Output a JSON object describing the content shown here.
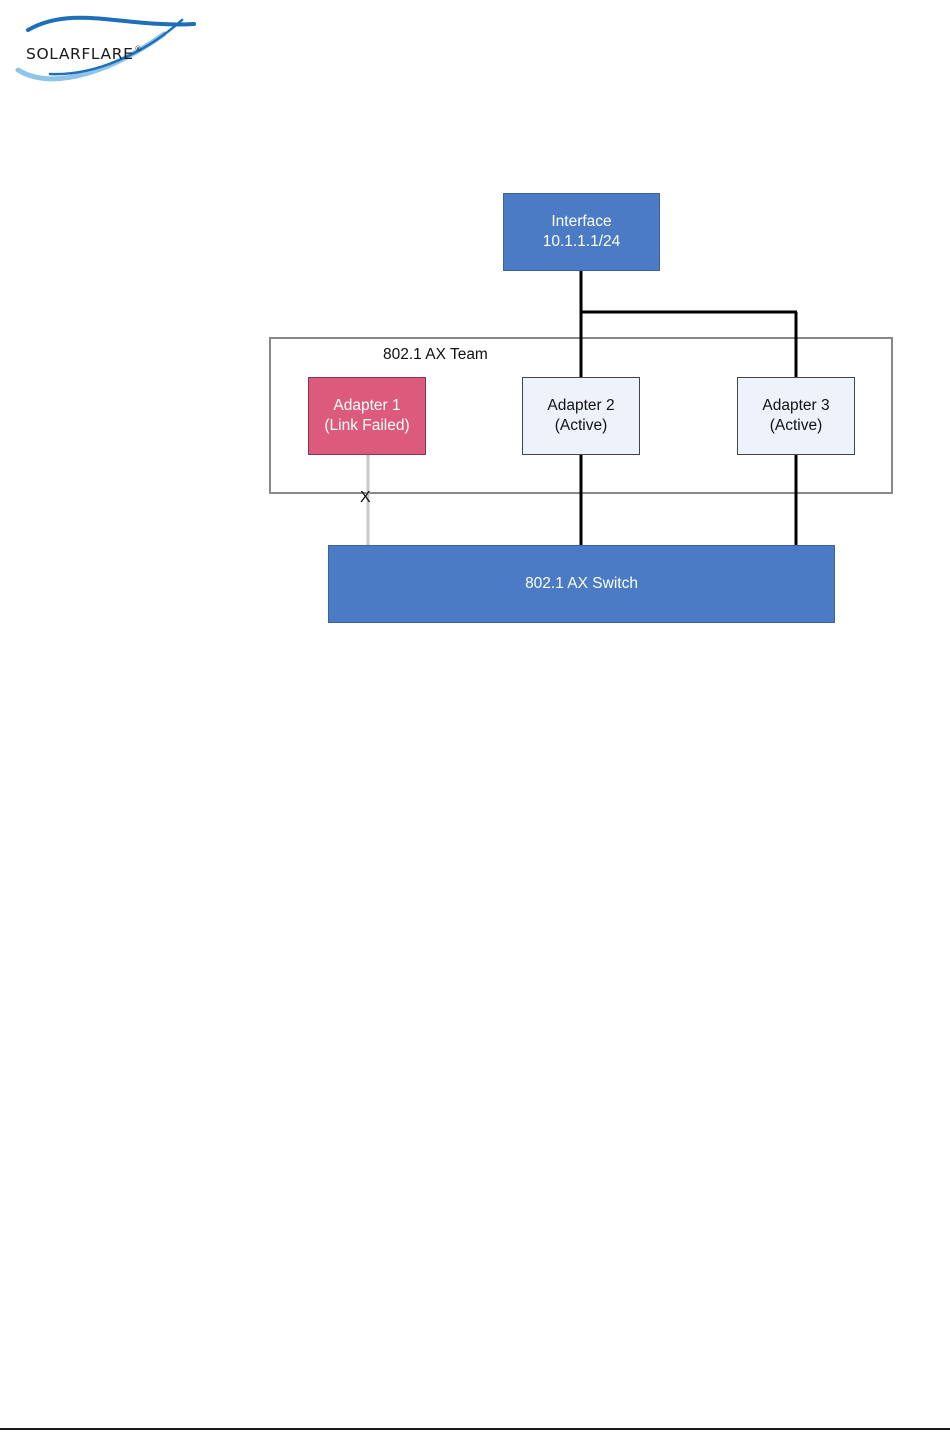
{
  "logo": {
    "text": "SOLARFLARE",
    "registered_mark": "®",
    "colors": {
      "swoosh_light": "#8fc4ea",
      "swoosh_dark": "#1c6fb8",
      "text": "#1a1a1a"
    }
  },
  "diagram": {
    "interface": {
      "line1": "Interface",
      "line2": "10.1.1.1/24"
    },
    "team": {
      "label": "802.1 AX Team"
    },
    "adapters": [
      {
        "line1": "Adapter 1",
        "line2": "(Link Failed)",
        "state": "failed"
      },
      {
        "line1": "Adapter 2",
        "line2": "(Active)",
        "state": "active"
      },
      {
        "line1": "Adapter 3",
        "line2": "(Active)",
        "state": "active"
      }
    ],
    "switch": {
      "label": "802.1 AX Switch"
    },
    "failed_link_marker": "X",
    "colors": {
      "interface_fill": "#4a7bc4",
      "switch_fill": "#4a7bc4",
      "failed_adapter_fill": "#dc5b7c",
      "active_adapter_fill": "#eef2fb",
      "active_link": "#000000",
      "failed_link": "#c8c8c8",
      "team_frame": "#888888"
    }
  }
}
